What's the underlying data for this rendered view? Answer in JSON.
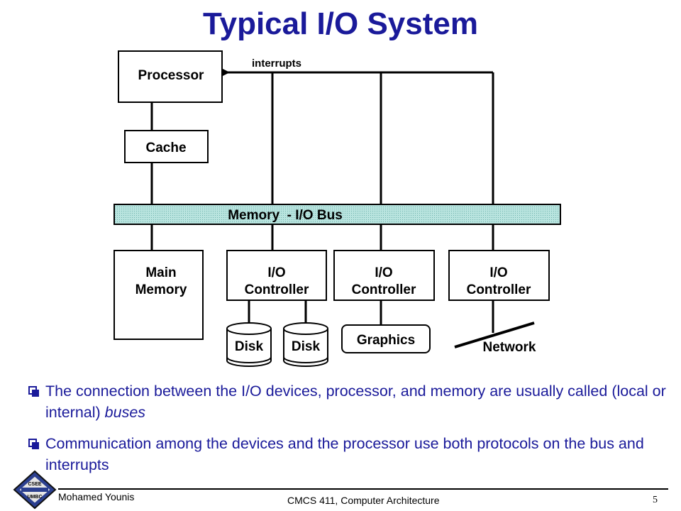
{
  "title": "Typical I/O System",
  "diagram": {
    "processor": "Processor",
    "cache": "Cache",
    "interrupts": "interrupts",
    "bus": "Memory  - I/O Bus",
    "main_memory": [
      "Main",
      "Memory"
    ],
    "io_controller": [
      "I/O",
      "Controller"
    ],
    "disk": "Disk",
    "graphics": "Graphics",
    "network": "Network"
  },
  "bullets": {
    "b1_pre": "The connection between the I/O devices, processor, and memory are usually called (local or internal) ",
    "b1_em": "buses",
    "b2": "Communication among the devices and the processor use both protocols on the bus and interrupts"
  },
  "footer": {
    "author": "Mohamed Younis",
    "course": "CMCS 411, Computer Architecture",
    "page": "5",
    "logo_text": [
      "CSEE",
      "UMBC"
    ]
  },
  "colors": {
    "title": "#1a1a9a",
    "bus_fill": "#a8d8d4"
  }
}
